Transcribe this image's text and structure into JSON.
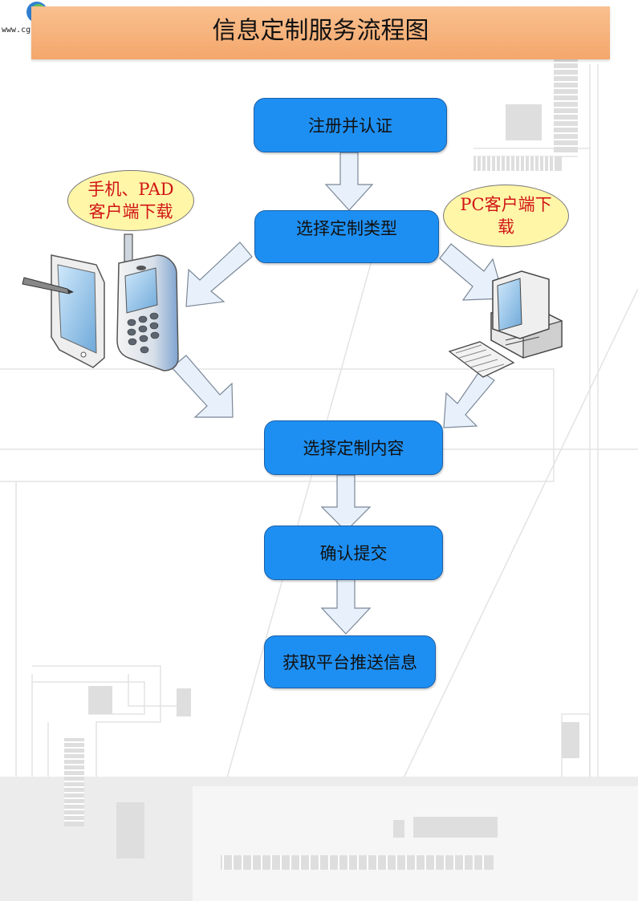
{
  "header": {
    "title": "信息定制服务流程图",
    "logo_text": "www.cgfh.com.cn"
  },
  "flow": {
    "step1": "注册并认证",
    "step2": "选择定制类型",
    "step3": "选择定制内容",
    "step4": "确认提交",
    "step5": "获取平台推送信息"
  },
  "bubbles": {
    "mobile_line1": "手机、PAD",
    "mobile_line2": "客户端下载",
    "pc_line1": "PC客户端下",
    "pc_line2": "载"
  },
  "icons": {
    "mobile": "tablet-and-phone-icon",
    "pc": "desktop-computer-icon"
  },
  "colors": {
    "process_box": "#1e8ff2",
    "title_bar": "#f4a76b",
    "bubble_fill": "#fff6a8",
    "bubble_text": "#d01515",
    "arrow_fill": "#e8f1fb"
  }
}
